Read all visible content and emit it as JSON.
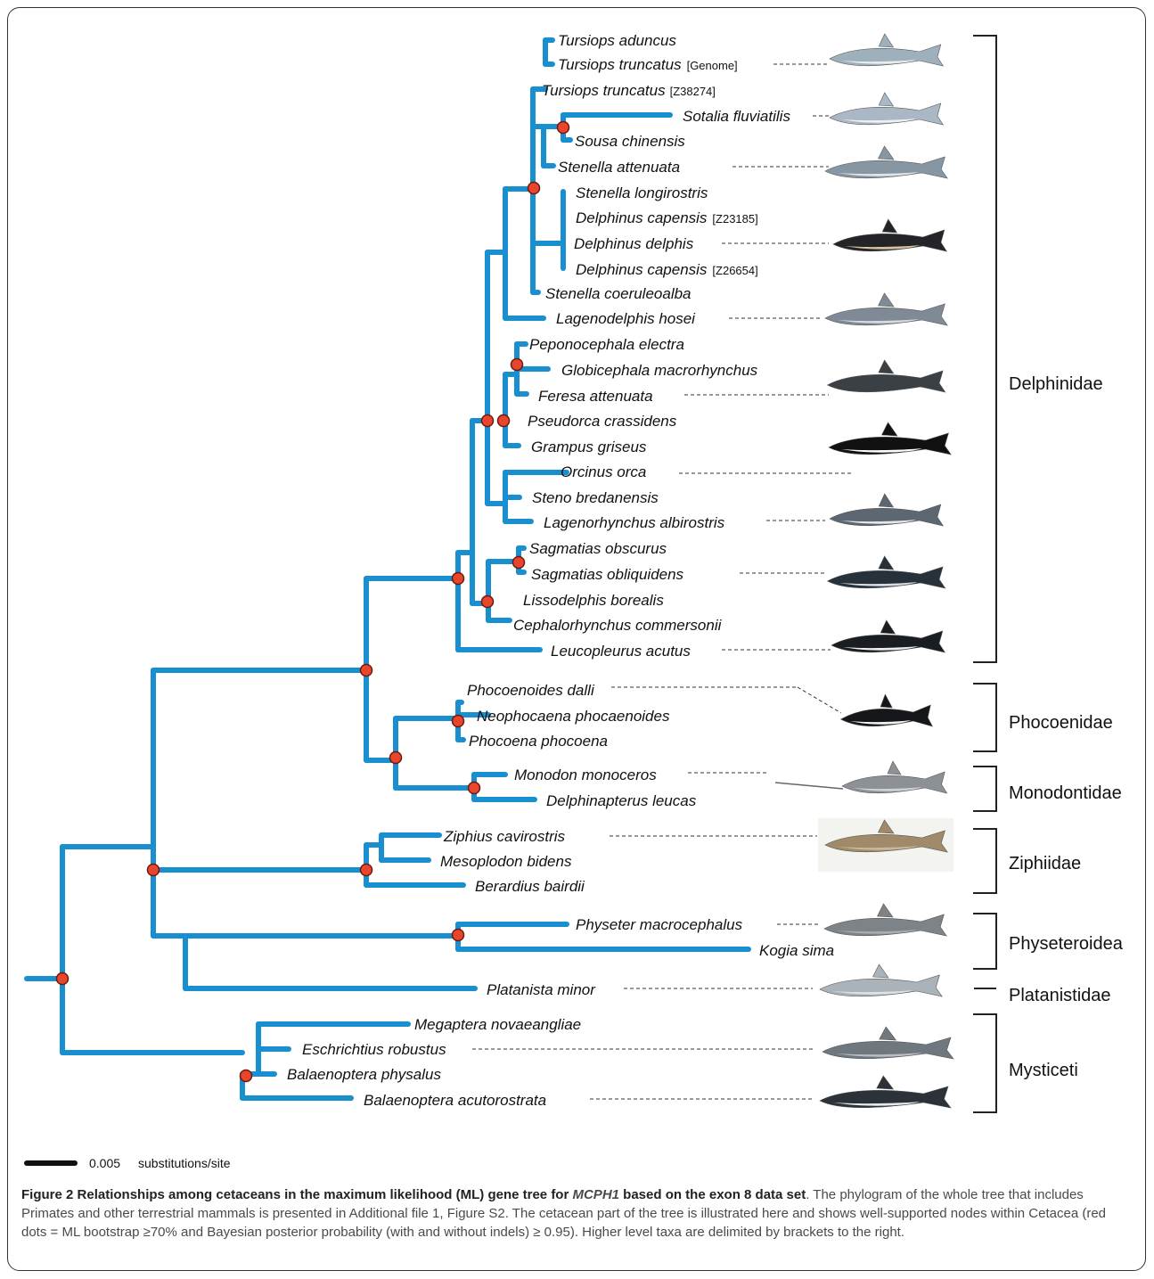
{
  "colors": {
    "branch": "#1a8fd0",
    "node_fill": "#e8452c",
    "node_stroke": "#6b1a10",
    "leader": "#333333",
    "bracket": "#222222"
  },
  "taxa": [
    {
      "name": "Tursiops aduncus",
      "tag": ""
    },
    {
      "name": "Tursiops truncatus",
      "tag": "[Genome]"
    },
    {
      "name": "Tursiops truncatus",
      "tag": "[Z38274]"
    },
    {
      "name": "Sotalia fluviatilis",
      "tag": ""
    },
    {
      "name": "Sousa chinensis",
      "tag": ""
    },
    {
      "name": "Stenella attenuata",
      "tag": ""
    },
    {
      "name": "Stenella longirostris",
      "tag": ""
    },
    {
      "name": "Delphinus capensis",
      "tag": "[Z23185]"
    },
    {
      "name": "Delphinus delphis",
      "tag": ""
    },
    {
      "name": "Delphinus capensis",
      "tag": "[Z26654]"
    },
    {
      "name": "Stenella coeruleoalba",
      "tag": ""
    },
    {
      "name": "Lagenodelphis hosei",
      "tag": ""
    },
    {
      "name": "Peponocephala electra",
      "tag": ""
    },
    {
      "name": "Globicephala macrorhynchus",
      "tag": ""
    },
    {
      "name": "Feresa attenuata",
      "tag": ""
    },
    {
      "name": "Pseudorca crassidens",
      "tag": ""
    },
    {
      "name": "Grampus griseus",
      "tag": ""
    },
    {
      "name": "Orcinus orca",
      "tag": ""
    },
    {
      "name": "Steno bredanensis",
      "tag": ""
    },
    {
      "name": "Lagenorhynchus albirostris",
      "tag": ""
    },
    {
      "name": "Sagmatias obscurus",
      "tag": ""
    },
    {
      "name": "Sagmatias obliquidens",
      "tag": ""
    },
    {
      "name": "Lissodelphis borealis",
      "tag": ""
    },
    {
      "name": "Cephalorhynchus commersonii",
      "tag": ""
    },
    {
      "name": "Leucopleurus acutus",
      "tag": ""
    },
    {
      "name": "Phocoenoides dalli",
      "tag": ""
    },
    {
      "name": "Neophocaena phocaenoides",
      "tag": ""
    },
    {
      "name": "Phocoena phocoena",
      "tag": ""
    },
    {
      "name": "Monodon monoceros",
      "tag": ""
    },
    {
      "name": "Delphinapterus leucas",
      "tag": ""
    },
    {
      "name": "Ziphius cavirostris",
      "tag": ""
    },
    {
      "name": "Mesoplodon bidens",
      "tag": ""
    },
    {
      "name": "Berardius bairdii",
      "tag": ""
    },
    {
      "name": "Physeter macrocephalus",
      "tag": ""
    },
    {
      "name": "Kogia sima",
      "tag": ""
    },
    {
      "name": "Platanista minor",
      "tag": ""
    },
    {
      "name": "Megaptera novaeangliae",
      "tag": ""
    },
    {
      "name": "Eschrichtius robustus",
      "tag": ""
    },
    {
      "name": "Balaenoptera physalus",
      "tag": ""
    },
    {
      "name": "Balaenoptera acutorostrata",
      "tag": ""
    }
  ],
  "families": [
    "Delphinidae",
    "Phocoenidae",
    "Monodontidae",
    "Ziphiidae",
    "Physeteroidea",
    "Platanistidae",
    "Mysticeti"
  ],
  "scale_bar": {
    "value": "0.005",
    "unit": "substitutions/site"
  },
  "caption": {
    "label": "Figure 2",
    "title_before_gene": "Relationships among cetaceans in the maximum likelihood (ML) gene tree for",
    "gene": "MCPH1",
    "title_after_gene": "based on the exon 8 data set",
    "body": ". The phylogram of the whole tree that includes Primates and other terrestrial mammals is presented in Additional file 1, Figure S2. The cetacean part of the tree is illustrated here and shows well-supported nodes within Cetacea (red dots = ML bootstrap ≥70% and Bayesian posterior probability (with and without indels) ≥ 0.95). Higher level taxa are delimited by brackets to the right."
  }
}
